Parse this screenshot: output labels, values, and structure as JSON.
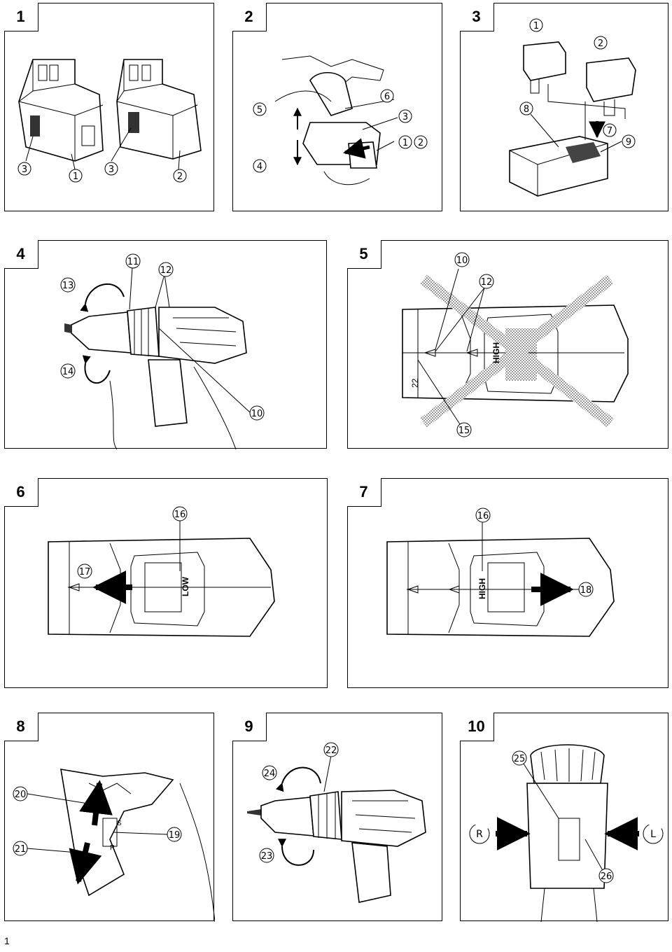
{
  "page_number": "1",
  "figures": [
    {
      "id": "fig-1",
      "number": "1",
      "callouts": [
        "3",
        "1",
        "3",
        "2"
      ]
    },
    {
      "id": "fig-2",
      "number": "2",
      "callouts": [
        "5",
        "4",
        "6",
        "3",
        "1",
        "2"
      ]
    },
    {
      "id": "fig-3",
      "number": "3",
      "callouts": [
        "1",
        "2",
        "8",
        "7",
        "9"
      ]
    },
    {
      "id": "fig-4",
      "number": "4",
      "callouts": [
        "11",
        "12",
        "13",
        "14",
        "10"
      ]
    },
    {
      "id": "fig-5",
      "number": "5",
      "callouts": [
        "10",
        "12",
        "15"
      ],
      "text": [
        "HIGH",
        "22"
      ]
    },
    {
      "id": "fig-6",
      "number": "6",
      "callouts": [
        "16",
        "17"
      ],
      "text": [
        "LOW"
      ]
    },
    {
      "id": "fig-7",
      "number": "7",
      "callouts": [
        "16",
        "18"
      ],
      "text": [
        "HIGH"
      ]
    },
    {
      "id": "fig-8",
      "number": "8",
      "callouts": [
        "20",
        "21",
        "19"
      ],
      "text": [
        "S",
        "P"
      ]
    },
    {
      "id": "fig-9",
      "number": "9",
      "callouts": [
        "22",
        "24",
        "23"
      ]
    },
    {
      "id": "fig-10",
      "number": "10",
      "callouts": [
        "25",
        "26"
      ],
      "text": [
        "R",
        "L"
      ]
    }
  ]
}
